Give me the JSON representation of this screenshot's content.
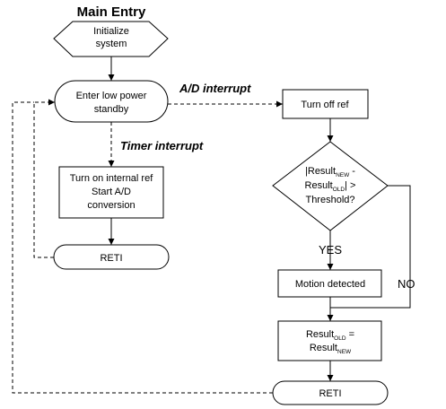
{
  "title": "Main Entry",
  "nodes": {
    "init": {
      "lines": [
        "Initialize",
        "system"
      ]
    },
    "standby": {
      "lines": [
        "Enter low power",
        "standby"
      ]
    },
    "turn_on": {
      "lines": [
        "Turn on internal ref",
        "Start A/D",
        "conversion"
      ]
    },
    "reti_left": {
      "label": "RETI"
    },
    "turn_off": {
      "label": "Turn off ref"
    },
    "decision": {
      "line1_pre": "|Result",
      "line1_sub": "NEW",
      "line1_post": " -",
      "line2_pre": "Result",
      "line2_sub": "OLD",
      "line2_post": "| >",
      "line3": "Threshold?"
    },
    "motion": {
      "label": "Motion detected"
    },
    "update": {
      "line1_pre": "Result",
      "line1_sub": "OLD",
      "line1_post": " =",
      "line2_pre": "Result",
      "line2_sub": "NEW"
    },
    "reti_bottom": {
      "label": "RETI"
    }
  },
  "edges": {
    "ad_interrupt": "A/D interrupt",
    "timer_interrupt": "Timer interrupt",
    "yes": "YES",
    "no": "NO"
  }
}
